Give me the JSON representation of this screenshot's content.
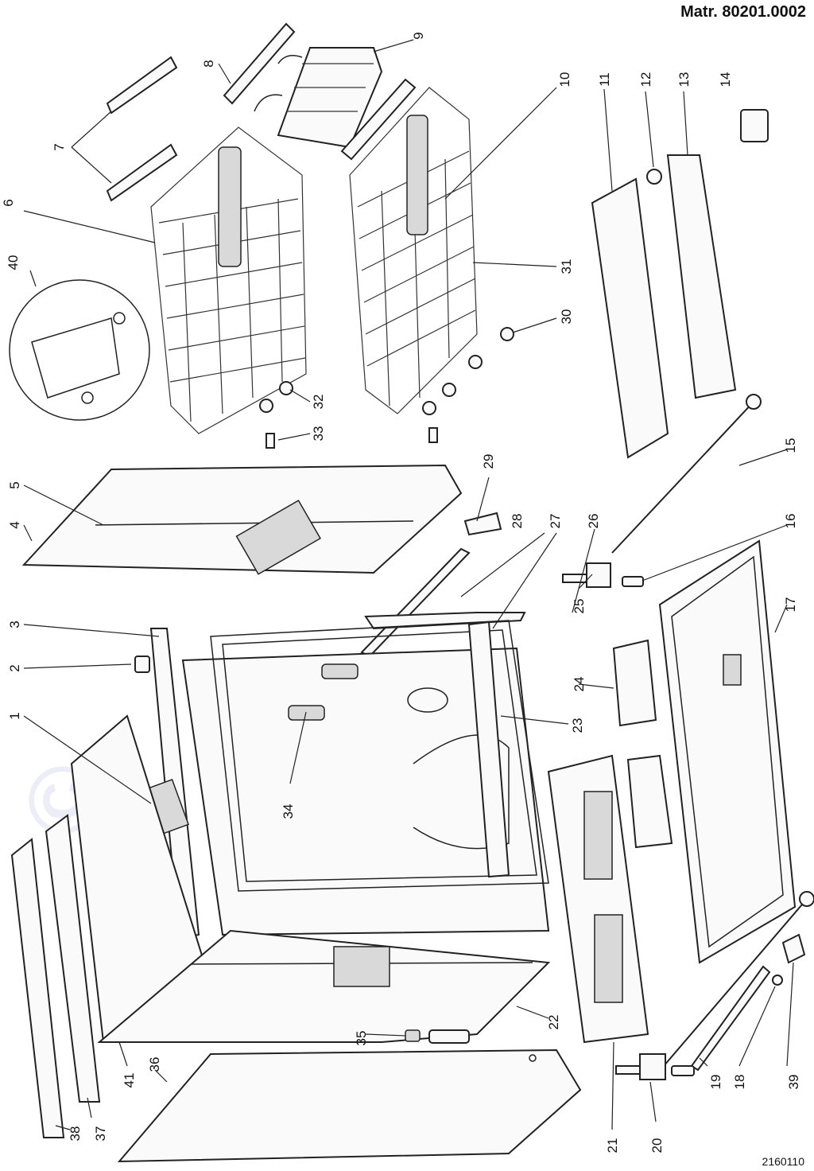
{
  "header": {
    "matr_label": "Matr. 80201.0002"
  },
  "footer": {
    "drawing_code": "2160110"
  },
  "callouts": [
    "1",
    "2",
    "3",
    "4",
    "5",
    "6",
    "7",
    "8",
    "9",
    "10",
    "11",
    "12",
    "13",
    "14",
    "15",
    "16",
    "17",
    "18",
    "19",
    "20",
    "21",
    "22",
    "23",
    "24",
    "25",
    "26",
    "27",
    "28",
    "29",
    "30",
    "31",
    "32",
    "33",
    "34",
    "35",
    "36",
    "37",
    "38",
    "39",
    "40",
    "41"
  ],
  "colors": {
    "line": "#222222",
    "background": "#ffffff",
    "watermark": "#c9cde8"
  }
}
